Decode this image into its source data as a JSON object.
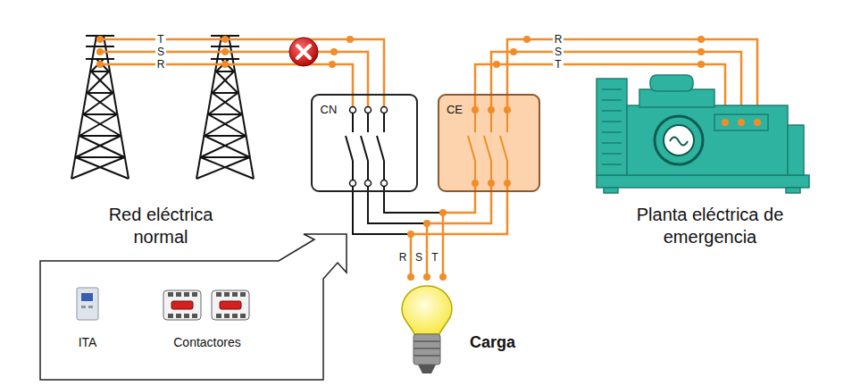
{
  "diagram": {
    "nodes": [
      {
        "text": [
          "CN"
        ]
      },
      {
        "text": [
          "CE"
        ]
      },
      {
        "text": [
          "ITA",
          "Contactores"
        ]
      }
    ],
    "edges": [
      {
        "from": 0,
        "to": 1,
        "arrow": "none"
      }
    ],
    "labels": [
      "T",
      "S",
      "R",
      "Red eléctrica normal",
      "R",
      "S",
      "T",
      "Planta eléctrica de emergencia",
      "R",
      "S",
      "T",
      "Carga"
    ]
  }
}
